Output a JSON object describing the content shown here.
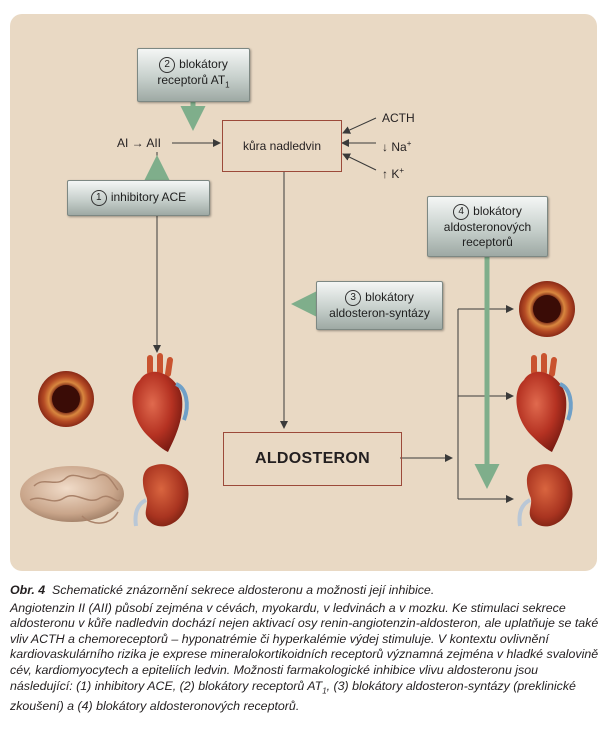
{
  "diagram": {
    "ai_aii": "AI → AII",
    "adrenal_cortex": "kůra nadledvin",
    "acth": "ACTH",
    "na": "↓ Na",
    "na_sup": "+",
    "k": "↑ K",
    "k_sup": "+",
    "aldosterone": "ALDOSTERON",
    "drugs": [
      {
        "num": "2",
        "line1": "blokátory",
        "line2": "receptorů AT",
        "sub": "1"
      },
      {
        "num": "1",
        "line1": "inhibitory ACE"
      },
      {
        "num": "3",
        "line1": "blokátory",
        "line2": "aldosteron-syntázy"
      },
      {
        "num": "4",
        "line1": "blokátory",
        "line2": "aldosteronových",
        "line3": "receptorů"
      }
    ],
    "organs_left": [
      "vessel-icon",
      "heart-icon",
      "brain-icon",
      "kidney-icon"
    ],
    "organs_right": [
      "vessel-icon",
      "heart-icon",
      "kidney-icon"
    ],
    "colors": {
      "panel": "#e9d9c4",
      "box_border": "#9c4a3a",
      "green_arrow": "#7fae8b",
      "caption_rule": "#231f20"
    }
  },
  "caption": {
    "label": "Obr. 4",
    "title": "Schematické znázornění sekrece aldosteronu a možnosti její inhibice.",
    "body_a": "Angiotenzin II (AII) působí zejména v cévách, myokardu, v ledvinách a v mozku. Ke stimulaci sekrece aldosteronu v kůře nadledvin dochází nejen aktivací osy renin-angiotenzin-aldosteron, ale uplatňuje se také vliv ACTH a chemoreceptorů – hyponatrémie či hyperkalémie výdej stimuluje. V kontextu ovlivnění kardiovaskulárního rizika je exprese mineralokortikoidních receptorů významná zejména v hladké svalovině cév, kardiomyocytech a epiteliích ledvin. Možnosti farmakologické inhibice vlivu aldosteronu jsou následující: (1) inhibitory ACE, (2) blokátory receptorů AT",
    "body_sub": "1",
    "body_b": ", (3) blokátory aldosteron-syntázy (preklinické zkoušení) a (4) blokátory aldosteronových receptorů."
  }
}
